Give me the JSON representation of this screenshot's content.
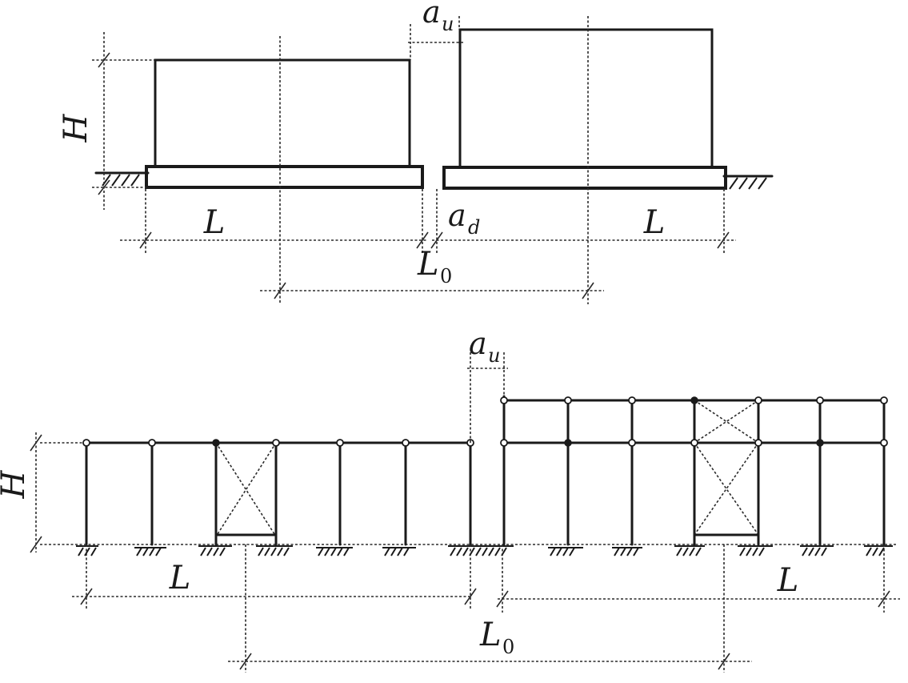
{
  "labels": {
    "height": "H",
    "length": "L",
    "length_base": "L",
    "length_sub": "0",
    "gap_symbol": "a",
    "gap_upper_sub": "u",
    "gap_lower_sub": "d"
  }
}
